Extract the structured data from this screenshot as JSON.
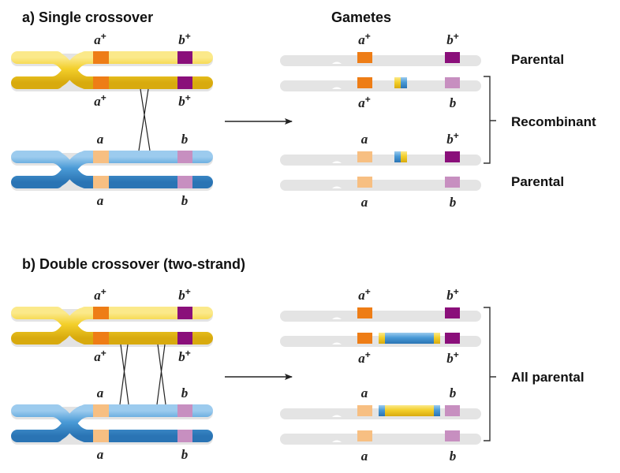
{
  "colors": {
    "yellow": "#f3cf2a",
    "yellow_light": "#fbe77a",
    "yellow_dark": "#d9ad10",
    "blue": "#4a9ad6",
    "blue_light": "#8cc3ec",
    "blue_dark": "#2a78b8",
    "a_plus": "#ee7d16",
    "b_plus": "#8a0f7a",
    "a_minus": "#f7bf82",
    "b_minus": "#c78fc0",
    "line": "#222222"
  },
  "panels": [
    {
      "title": "a) Single crossover",
      "gametes_header": "Gametes",
      "parent_top": {
        "strand_color": "yellow",
        "labels_above": {
          "a": "a",
          "a_sup": "+",
          "b": "b",
          "b_sup": "+"
        },
        "labels_below": {
          "a": "a",
          "a_sup": "+",
          "b": "b",
          "b_sup": "+"
        }
      },
      "parent_bottom": {
        "strand_color": "blue",
        "labels_above": {
          "a": "a",
          "a_sup": "",
          "b": "b",
          "b_sup": ""
        },
        "labels_below": {
          "a": "a",
          "a_sup": "",
          "b": "b",
          "b_sup": ""
        }
      },
      "crossovers": [
        "between a and b"
      ],
      "gametes": [
        {
          "label_a": "a",
          "sup_a": "+",
          "label_b": "b",
          "sup_b": "+",
          "label_pos": "above",
          "segments": [
            "yellow"
          ],
          "type": "Parental"
        },
        {
          "label_a": "a",
          "sup_a": "+",
          "label_b": "b",
          "sup_b": "",
          "label_pos": "below",
          "segments": [
            "yellow",
            "blue"
          ],
          "type": "Recombinant"
        },
        {
          "label_a": "a",
          "sup_a": "",
          "label_b": "b",
          "sup_b": "+",
          "label_pos": "above",
          "segments": [
            "blue",
            "yellow"
          ],
          "type": "Recombinant"
        },
        {
          "label_a": "a",
          "sup_a": "",
          "label_b": "b",
          "sup_b": "",
          "label_pos": "below",
          "segments": [
            "blue"
          ],
          "type": "Parental"
        }
      ],
      "result_labels": [
        "Parental",
        "Recombinant",
        "Parental"
      ]
    },
    {
      "title": "b) Double crossover (two-strand)",
      "gametes_header": "",
      "parent_top": {
        "strand_color": "yellow",
        "labels_above": {
          "a": "a",
          "a_sup": "+",
          "b": "b",
          "b_sup": "+"
        },
        "labels_below": {
          "a": "a",
          "a_sup": "+",
          "b": "b",
          "b_sup": "+"
        }
      },
      "parent_bottom": {
        "strand_color": "blue",
        "labels_above": {
          "a": "a",
          "a_sup": "",
          "b": "b",
          "b_sup": ""
        },
        "labels_below": {
          "a": "a",
          "a_sup": "",
          "b": "b",
          "b_sup": ""
        }
      },
      "crossovers": [
        "between a and b (left)",
        "between a and b (right)"
      ],
      "gametes": [
        {
          "label_a": "a",
          "sup_a": "+",
          "label_b": "b",
          "sup_b": "+",
          "label_pos": "above",
          "segments": [
            "yellow"
          ],
          "type": "Parental"
        },
        {
          "label_a": "a",
          "sup_a": "+",
          "label_b": "b",
          "sup_b": "+",
          "label_pos": "below",
          "segments": [
            "yellow",
            "blue",
            "yellow"
          ],
          "type": "Parental"
        },
        {
          "label_a": "a",
          "sup_a": "",
          "label_b": "b",
          "sup_b": "",
          "label_pos": "above",
          "segments": [
            "blue",
            "yellow",
            "blue"
          ],
          "type": "Parental"
        },
        {
          "label_a": "a",
          "sup_a": "",
          "label_b": "b",
          "sup_b": "",
          "label_pos": "below",
          "segments": [
            "blue"
          ],
          "type": "Parental"
        }
      ],
      "result_labels": [
        "All parental"
      ]
    }
  ]
}
